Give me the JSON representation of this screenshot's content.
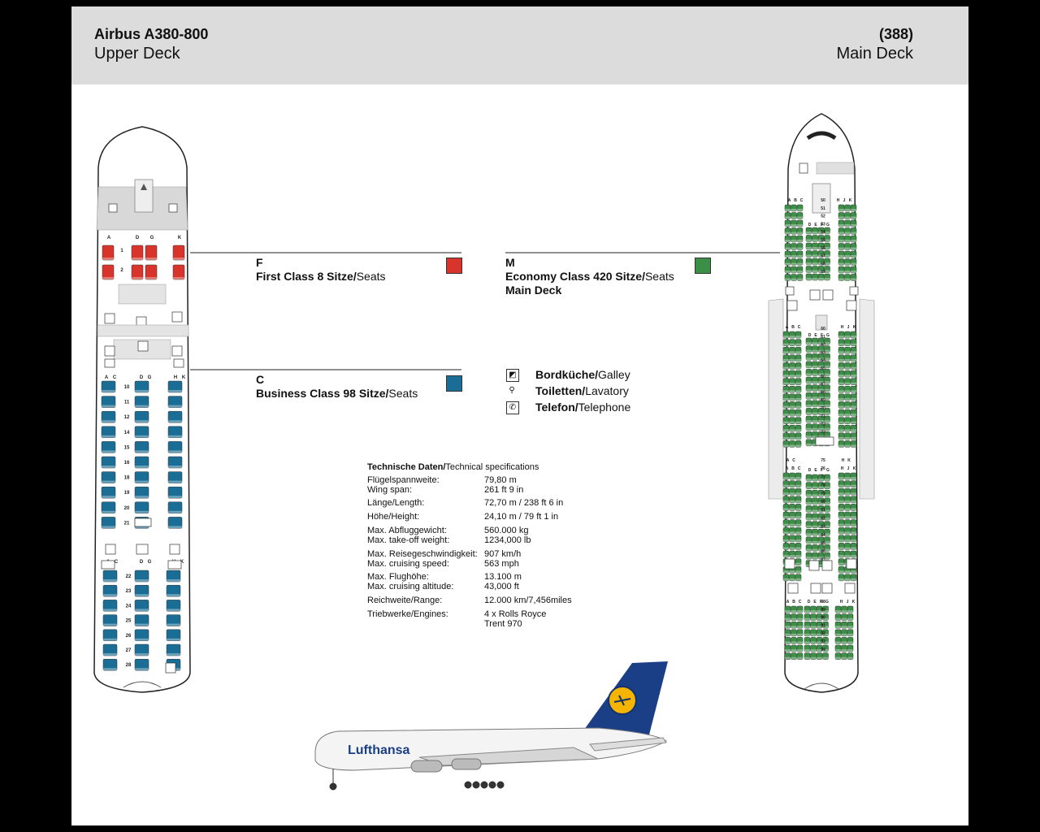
{
  "header": {
    "aircraft": "Airbus A380-800",
    "upper_deck": "Upper Deck",
    "code": "(388)",
    "main_deck": "Main Deck"
  },
  "colors": {
    "first": "#d9342b",
    "business": "#1a6e96",
    "economy": "#3b8f46",
    "header_bg": "#dcdcdc"
  },
  "legend": {
    "first": {
      "code": "F",
      "label_bold": "First Class 8 Sitze/",
      "label": "Seats"
    },
    "business": {
      "code": "C",
      "label_bold": "Business Class 98 Sitze/",
      "label": "Seats"
    },
    "economy": {
      "code": "M",
      "label_bold": "Economy Class 420 Sitze/",
      "label": "Seats",
      "sub": "Main Deck"
    }
  },
  "facilities": [
    {
      "icon": "galley-icon",
      "bold": "Bordküche/",
      "text": "Galley"
    },
    {
      "icon": "lavatory-icon",
      "bold": "Toiletten/",
      "text": "Lavatory"
    },
    {
      "icon": "telephone-icon",
      "bold": "Telefon/",
      "text": "Telephone"
    }
  ],
  "specs": {
    "title_bold": "Technische Daten/",
    "title": "Technical specifications",
    "rows": [
      {
        "k": "Flügelspannweite:",
        "v": "79,80 m"
      },
      {
        "k": "Wing span:",
        "v": "261 ft 9 in"
      },
      {
        "k": "Länge/Length:",
        "v": "72,70 m / 238 ft 6 in"
      },
      {
        "k": "Höhe/Height:",
        "v": "24,10 m / 79 ft 1 in"
      },
      {
        "k": "Max. Abfluggewicht:",
        "v": "560.000 kg"
      },
      {
        "k": "Max. take-off weight:",
        "v": "1234,000 lb"
      },
      {
        "k": "Max. Reisegeschwindigkeit:",
        "v": "907 km/h"
      },
      {
        "k": "Max. cruising speed:",
        "v": "563 mph"
      },
      {
        "k": "Max. Flughöhe:",
        "v": "13.100 m"
      },
      {
        "k": "Max. cruising altitude:",
        "v": "43,000 ft"
      },
      {
        "k": "Reichweite/Range:",
        "v": "12.000 km/7,456miles"
      },
      {
        "k": "Triebwerke/Engines:",
        "v": "4 x Rolls Royce"
      },
      {
        "k": "",
        "v": "Trent 970"
      }
    ]
  },
  "upper_deck": {
    "first_cols": [
      "A",
      "D",
      "G",
      "K"
    ],
    "first_rows": [
      "1",
      "2"
    ],
    "business_cols_a": [
      "A",
      "C",
      "D",
      "G",
      "H",
      "K"
    ],
    "business_rows_a": [
      "10",
      "11",
      "12",
      "14",
      "15",
      "16",
      "18",
      "19",
      "20",
      "21"
    ],
    "business_rows_b": [
      "22",
      "23",
      "24",
      "25",
      "26",
      "27",
      "28"
    ]
  },
  "main_deck": {
    "cols_left": [
      "A",
      "B",
      "C"
    ],
    "cols_mid": [
      "D",
      "E",
      "F",
      "G"
    ],
    "cols_right": [
      "H",
      "J",
      "K"
    ],
    "rows_a": [
      "50",
      "51",
      "52",
      "53",
      "54",
      "55",
      "56",
      "57",
      "58",
      "59"
    ],
    "rows_b": [
      "60",
      "61",
      "62",
      "63",
      "64",
      "65",
      "66",
      "67",
      "68",
      "69",
      "70",
      "71",
      "72",
      "73",
      "74"
    ],
    "rows_c": [
      "75",
      "76",
      "77",
      "78",
      "79",
      "80",
      "81",
      "82",
      "83",
      "84",
      "85",
      "86",
      "87"
    ],
    "rows_d": [
      "88",
      "89",
      "90",
      "91",
      "92",
      "93",
      "94"
    ]
  },
  "airline": "Lufthansa"
}
